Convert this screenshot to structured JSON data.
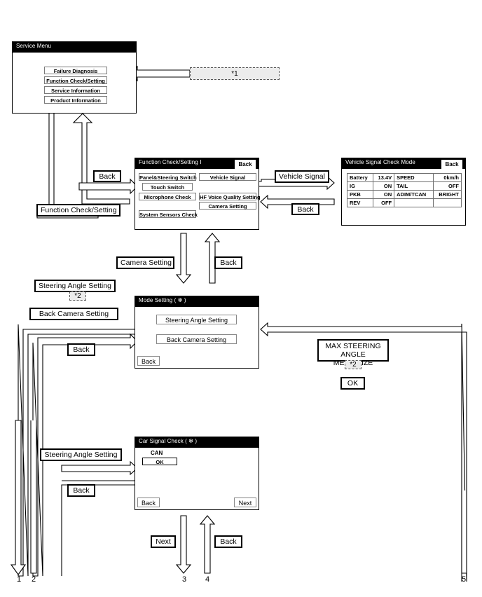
{
  "panels": {
    "service_menu": {
      "title": "Service Menu",
      "buttons": [
        "Failure Diagnosis",
        "Function Check/Setting",
        "Service Information",
        "Product Information"
      ]
    },
    "function_check": {
      "title": "Function Check/Setting Ⅰ",
      "back_label": "Back",
      "buttons_left": [
        "Panel&Steering Switch",
        "Touch Switch",
        "Microphone Check",
        "System Sensors Check"
      ],
      "buttons_right": [
        "Vehicle Signal",
        "HF Voice Quality Setting",
        "Camera Setting"
      ]
    },
    "vehicle_signal": {
      "title": "Vehicle Signal Check Mode",
      "back_label": "Back",
      "rows": [
        {
          "k1": "Battery",
          "v1": "13.4V",
          "k2": "SPEED",
          "v2": "0km/h"
        },
        {
          "k1": "IG",
          "v1": "ON",
          "k2": "TAIL",
          "v2": "OFF"
        },
        {
          "k1": "PKB",
          "v1": "ON",
          "k2": "ADIM/TCAN",
          "v2": "BRIGHT"
        },
        {
          "k1": "REV",
          "v1": "OFF",
          "k2": "",
          "v2": ""
        }
      ]
    },
    "mode_setting": {
      "title": "Mode Setting ( ✻ )",
      "buttons": [
        "Steering Angle Setting",
        "Back Camera Setting"
      ],
      "back_label": "Back"
    },
    "car_signal": {
      "title": "Car Signal Check ( ✻ )",
      "can_label": "CAN",
      "ok_label": "OK",
      "back_label": "Back",
      "next_label": "Next"
    }
  },
  "notes": {
    "star1": "*1",
    "star2_steering": "*2",
    "star2_max": "*2"
  },
  "labels": {
    "back": "Back",
    "next": "Next",
    "ok": "OK",
    "function_check_setting": "Function Check/Setting",
    "vehicle_signal": "Vehicle Signal",
    "camera_setting": "Camera Setting",
    "steering_angle_setting": "Steering Angle Setting",
    "back_camera_setting": "Back Camera Setting",
    "max_steering_line1": "MAX STEERING",
    "max_steering_line2": "ANGLE MEMORIZE"
  },
  "connector_numbers": [
    "1",
    "2",
    "3",
    "4",
    "5"
  ],
  "colors": {
    "titlebar_bg": "#000000",
    "panel_border": "#000000",
    "note_bg": "#ececec",
    "page_bg": "#ffffff"
  }
}
